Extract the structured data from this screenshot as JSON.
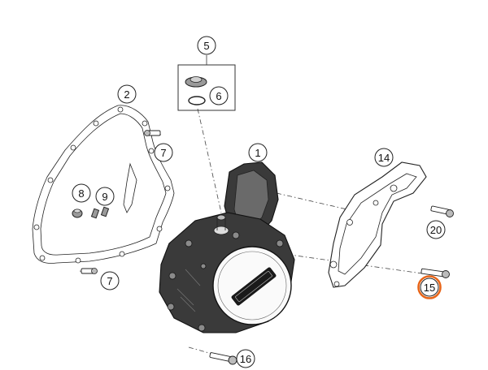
{
  "callouts": [
    {
      "id": "c1",
      "label": "1",
      "highlight": false
    },
    {
      "id": "c2",
      "label": "2",
      "highlight": false
    },
    {
      "id": "c5",
      "label": "5",
      "highlight": false
    },
    {
      "id": "c6",
      "label": "6",
      "highlight": false
    },
    {
      "id": "c7a",
      "label": "7",
      "highlight": false
    },
    {
      "id": "c7b",
      "label": "7",
      "highlight": false
    },
    {
      "id": "c8",
      "label": "8",
      "highlight": false
    },
    {
      "id": "c9",
      "label": "9",
      "highlight": false
    },
    {
      "id": "c14",
      "label": "14",
      "highlight": false
    },
    {
      "id": "c15",
      "label": "15",
      "highlight": true
    },
    {
      "id": "c16",
      "label": "16",
      "highlight": false
    },
    {
      "id": "c20",
      "label": "20",
      "highlight": false
    }
  ],
  "colors": {
    "highlight": "#e8661a",
    "line": "#222222",
    "cover_dark": "#3a3a3a"
  }
}
